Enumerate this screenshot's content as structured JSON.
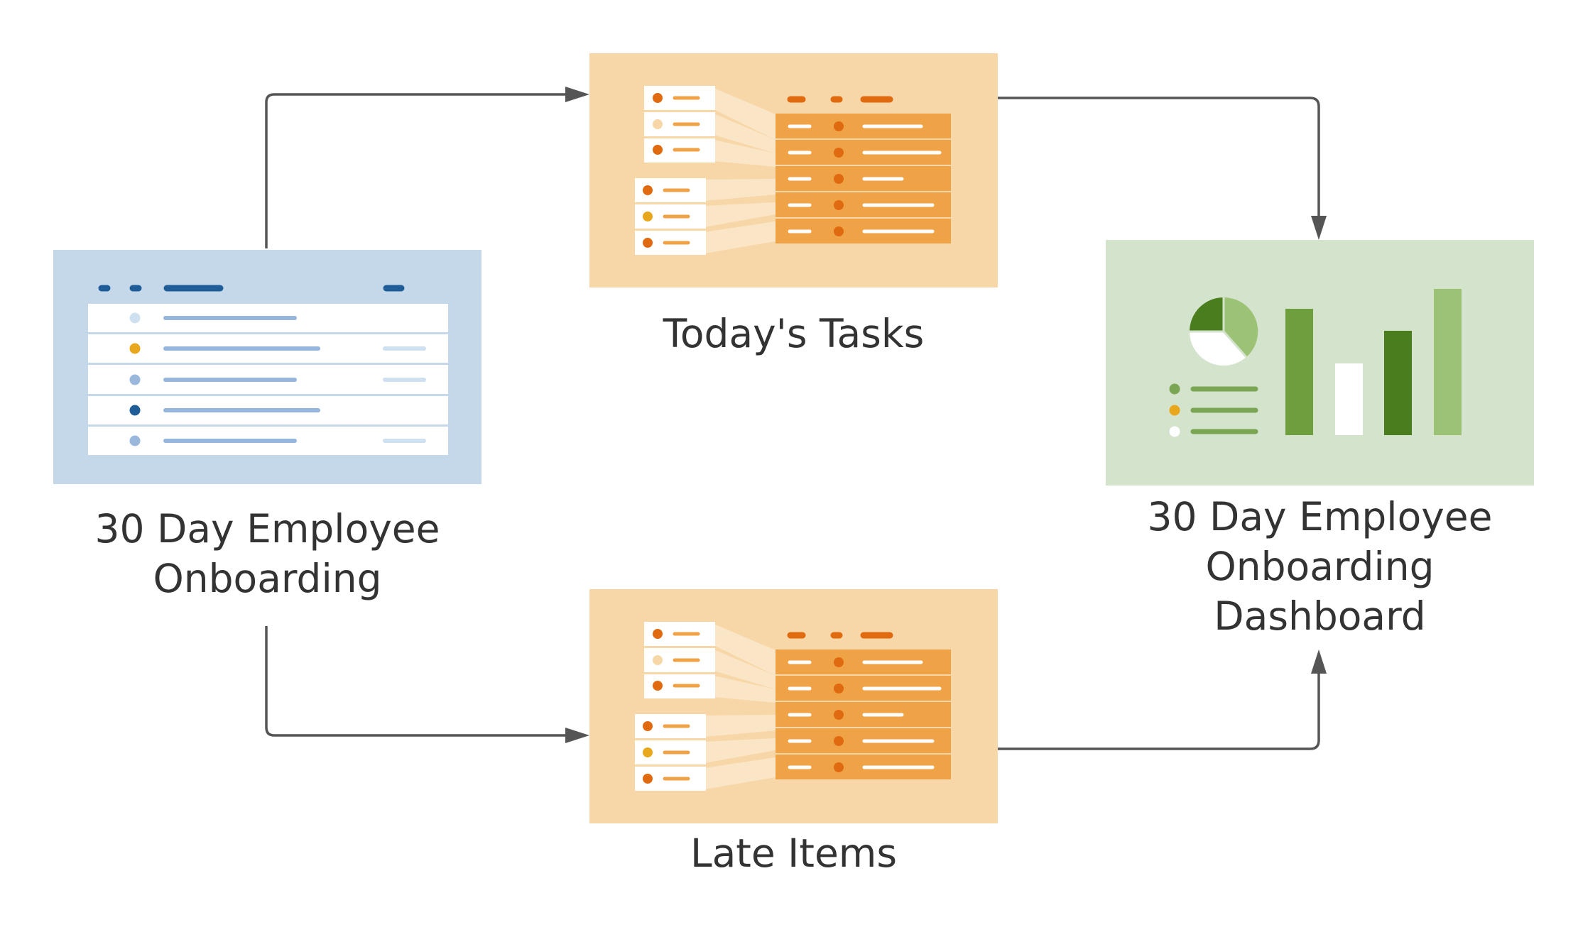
{
  "nodes": {
    "source": {
      "lines": [
        "30 Day Employee",
        "Onboarding"
      ]
    },
    "todays_tasks": {
      "lines": [
        "Today's Tasks"
      ]
    },
    "late_items": {
      "lines": [
        "Late Items"
      ]
    },
    "dashboard": {
      "lines": [
        "30 Day Employee",
        "Onboarding",
        "Dashboard"
      ]
    }
  },
  "edges": [
    {
      "from": "source",
      "to": "todays_tasks"
    },
    {
      "from": "source",
      "to": "late_items"
    },
    {
      "from": "todays_tasks",
      "to": "dashboard"
    },
    {
      "from": "late_items",
      "to": "dashboard"
    }
  ],
  "colors": {
    "sheet_panel": "#c4d8ea",
    "report_panel": "#f7d7a8",
    "dashboard_panel": "#d4e3cc",
    "arrow": "#555555",
    "text": "#333333",
    "orange": "#f0a246",
    "dark_orange": "#e06a10",
    "blue": "#1f5d99",
    "green_dark": "#4a7d1e",
    "green_light": "#9cc275"
  }
}
